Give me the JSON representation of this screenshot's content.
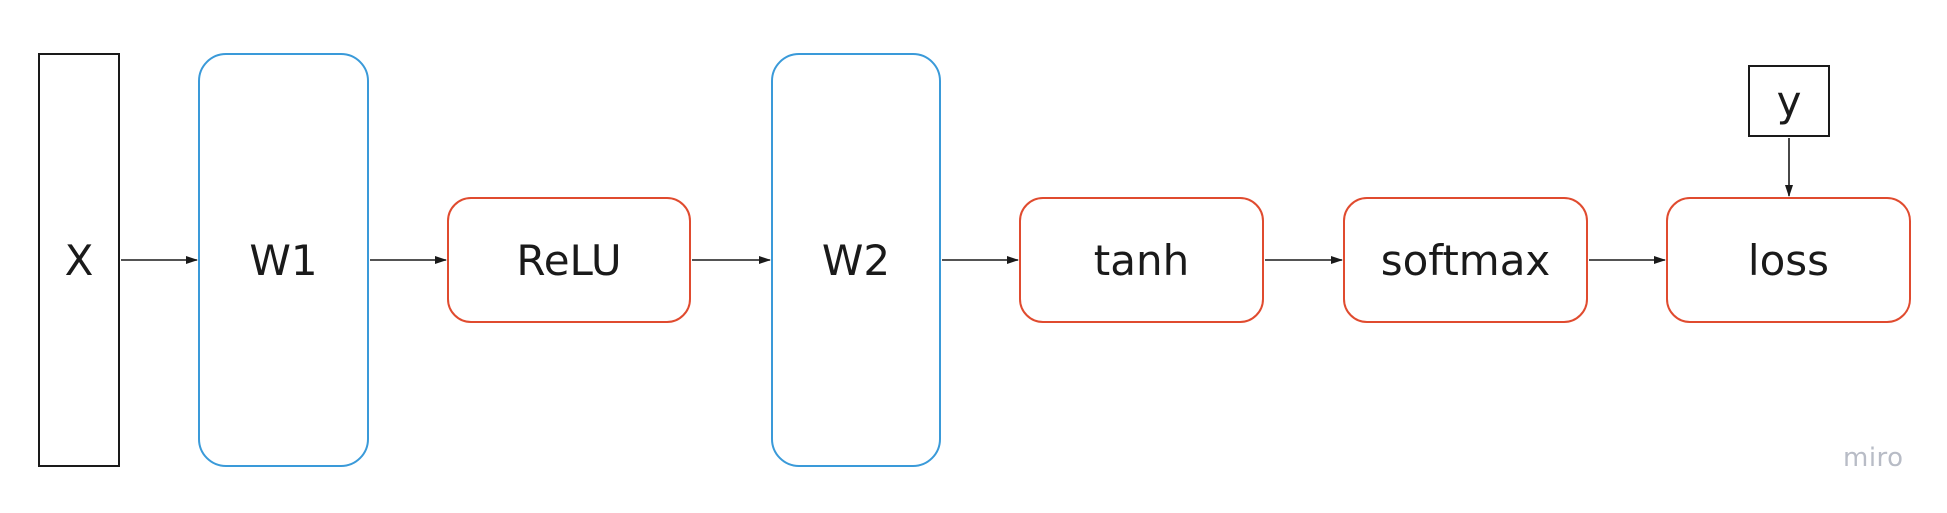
{
  "diagram": {
    "nodes": [
      {
        "id": "x",
        "label": "X",
        "kind": "input"
      },
      {
        "id": "w1",
        "label": "W1",
        "kind": "weight"
      },
      {
        "id": "relu",
        "label": "ReLU",
        "kind": "op"
      },
      {
        "id": "w2",
        "label": "W2",
        "kind": "weight"
      },
      {
        "id": "tanh",
        "label": "tanh",
        "kind": "op"
      },
      {
        "id": "softmax",
        "label": "softmax",
        "kind": "op"
      },
      {
        "id": "loss",
        "label": "loss",
        "kind": "op"
      },
      {
        "id": "y",
        "label": "y",
        "kind": "input"
      }
    ],
    "edges": [
      {
        "from": "x",
        "to": "w1"
      },
      {
        "from": "w1",
        "to": "relu"
      },
      {
        "from": "relu",
        "to": "w2"
      },
      {
        "from": "w2",
        "to": "tanh"
      },
      {
        "from": "tanh",
        "to": "softmax"
      },
      {
        "from": "softmax",
        "to": "loss"
      },
      {
        "from": "y",
        "to": "loss"
      }
    ]
  },
  "colors": {
    "weight_border": "#3a9ad9",
    "op_border": "#e04b2f",
    "input_border": "#1a1a1a",
    "arrow": "#1a1a1a",
    "watermark": "#b8bcc6"
  },
  "watermark": {
    "text": "miro"
  }
}
